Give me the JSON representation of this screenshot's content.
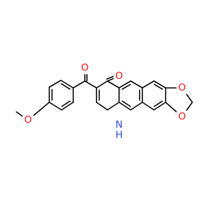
{
  "colors": {
    "background": "#ffffff",
    "bond": "#000000",
    "oxygen": "#ff0d0d",
    "nitrogen": "#3050f8"
  },
  "atom_labels": {
    "ketone_oxygen": "O",
    "quinolone_oxygen": "O",
    "methoxy_oxygen": "O",
    "dioxole_oxygen_top": "O",
    "dioxole_oxygen_bottom": "O",
    "ring_nitrogen": "N",
    "nitrogen_hydrogen": "H"
  }
}
